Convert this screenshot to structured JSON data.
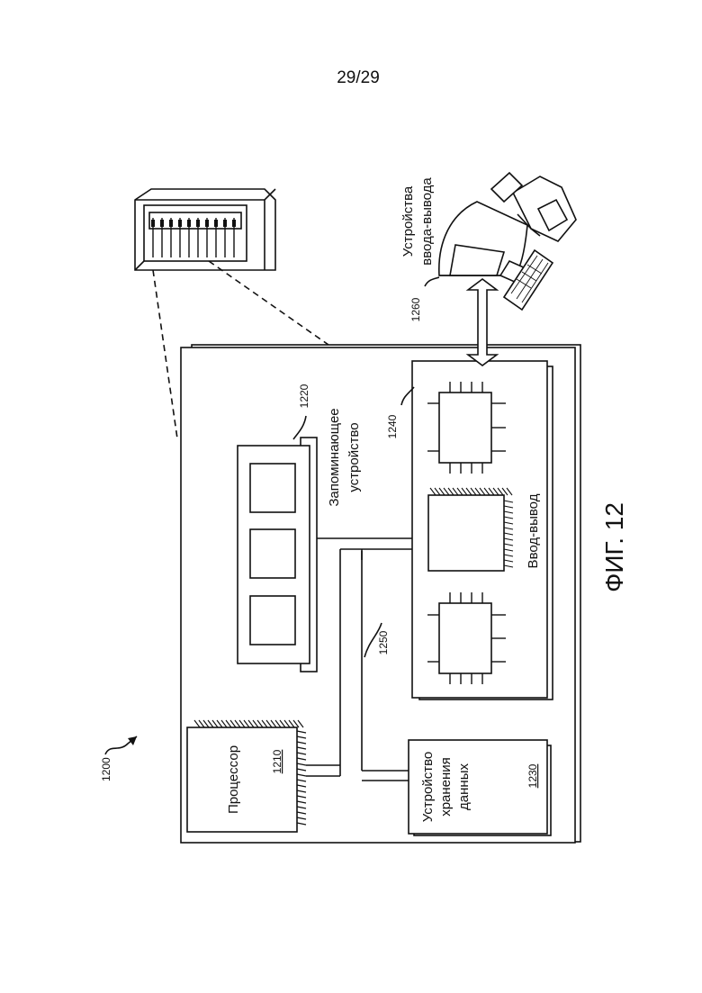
{
  "sheet_number": "29/29",
  "figure_label": "ФИГ. 12",
  "system_ref": "1200",
  "processor": {
    "label": "Процессор",
    "ref": "1210"
  },
  "memory": {
    "label_line1": "Запоминающее",
    "label_line2": "устройство",
    "ref": "1220"
  },
  "storage": {
    "label_line1": "Устройство",
    "label_line2": "хранения",
    "label_line3": "данных",
    "ref": "1230"
  },
  "io": {
    "label": "Ввод-вывод",
    "ref": "1240"
  },
  "bus": {
    "ref": "1250"
  },
  "io_devices": {
    "label_line1": "Устройства",
    "label_line2": "ввода-вывода",
    "ref": "1260"
  }
}
